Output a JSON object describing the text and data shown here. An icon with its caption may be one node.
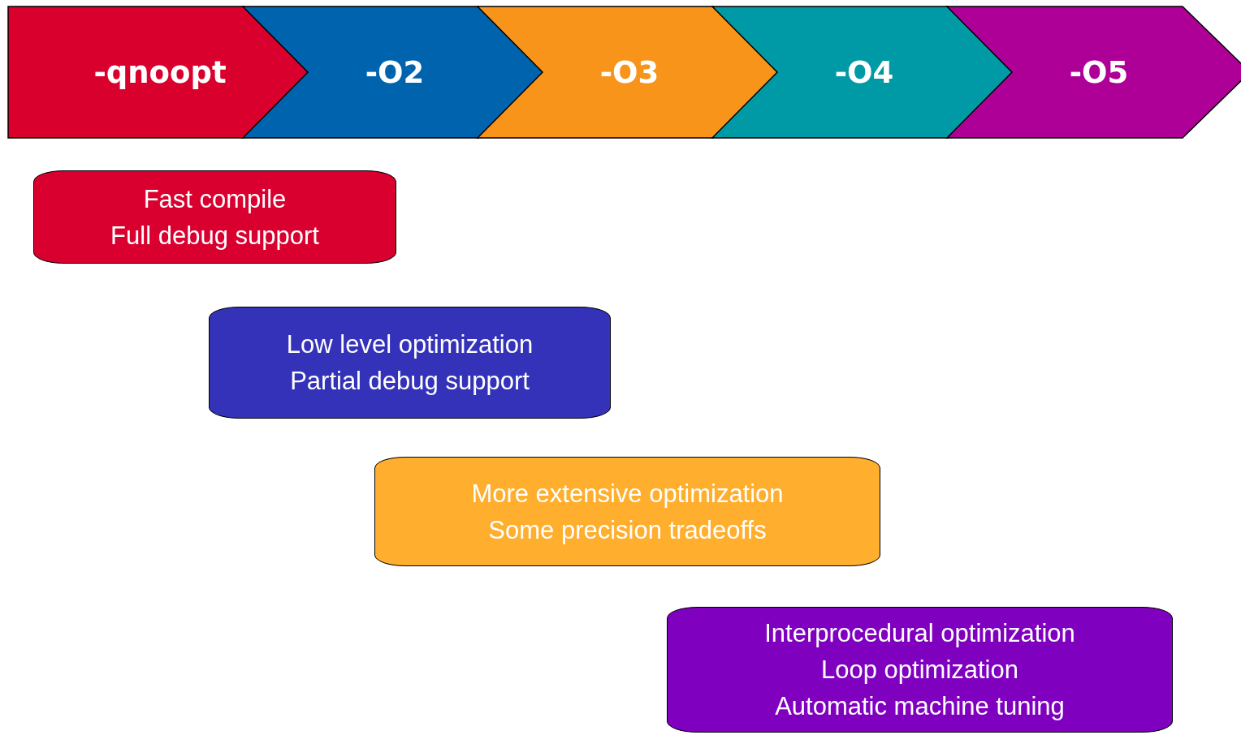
{
  "diagram": {
    "nodes": [
      {
        "text": [
          "-qnoopt"
        ]
      },
      {
        "text": [
          "-O2"
        ]
      },
      {
        "text": [
          "-O3"
        ]
      },
      {
        "text": [
          "-O4"
        ]
      },
      {
        "text": [
          "-O5"
        ]
      },
      {
        "text": [
          "Fast compile",
          "Full debug support"
        ]
      },
      {
        "text": [
          "Low level optimization",
          "Partial debug support"
        ]
      },
      {
        "text": [
          "More extensive optimization",
          "Some precision tradeoffs"
        ]
      },
      {
        "text": [
          "Interprocedural optimization",
          "Loop optimization",
          "Automatic machine tuning"
        ]
      }
    ],
    "edges": []
  }
}
